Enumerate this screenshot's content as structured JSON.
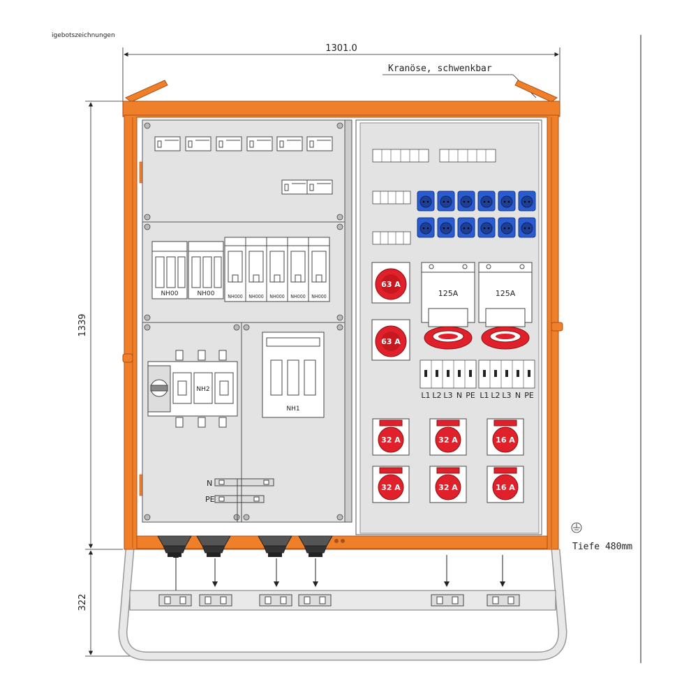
{
  "header": {
    "caption": "igebotszeichnungen",
    "width_dim": "1301.0",
    "height_dim": "1339",
    "base_dim": "322",
    "crane_eye": "Kranöse, schwenkbar",
    "depth": "Tiefe 480mm"
  },
  "fuses": {
    "nh00_a": "NH00",
    "nh00_b": "NH00",
    "nh000": [
      "NH000",
      "NH000",
      "NH000",
      "NH000",
      "NH000"
    ],
    "nh1": "NH1",
    "nh2": "NH2"
  },
  "busbar": {
    "n": "N",
    "pe": "PE"
  },
  "sockets": {
    "cee63": [
      "63 A",
      "63 A"
    ],
    "cee125": [
      "125A",
      "125A"
    ],
    "cee32": [
      "32 A",
      "32 A",
      "32 A",
      "32 A"
    ],
    "cee16": [
      "16 A",
      "16 A"
    ]
  },
  "terminals": [
    "L1",
    "L2",
    "L3",
    "N",
    "PE",
    "L1",
    "L2",
    "L3",
    "N",
    "PE"
  ],
  "colors": {
    "frame": "#f07f2a",
    "frame_dark": "#a8501a",
    "panel": "#e3e3e3",
    "blue_socket": "#2a5bd0",
    "red_socket": "#e0202a"
  }
}
